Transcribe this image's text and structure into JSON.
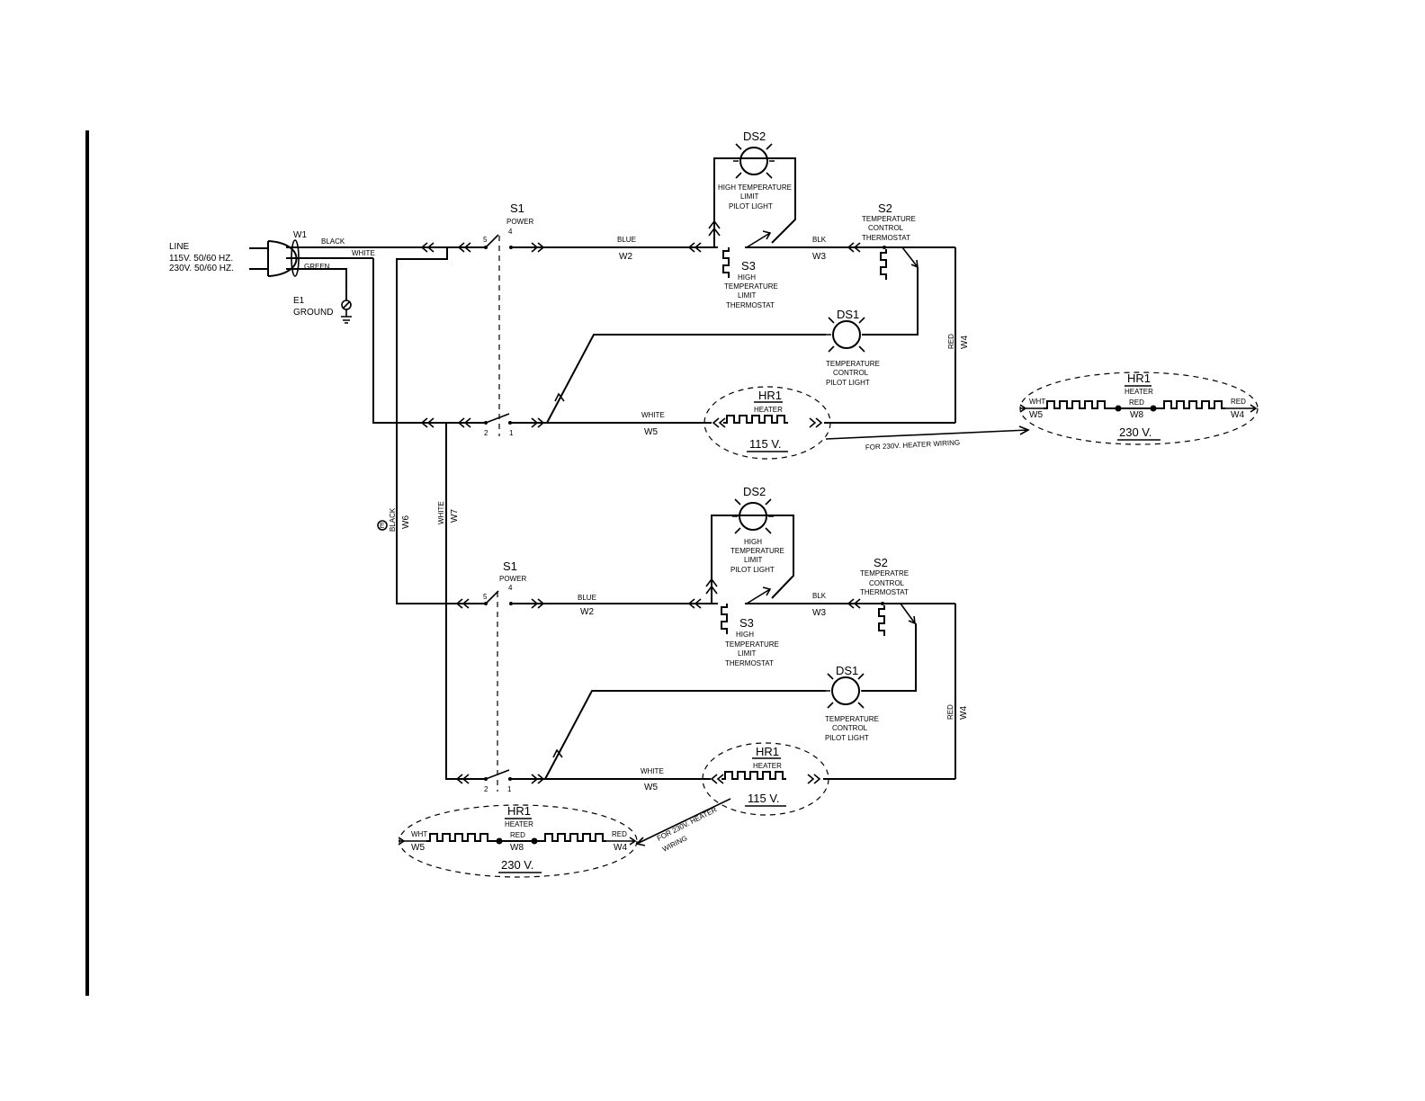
{
  "line": {
    "title": "LINE",
    "v115": "115V. 50/60 HZ.",
    "v230": "230V. 50/60 HZ."
  },
  "w1": "W1",
  "wire_black": "BLACK",
  "wire_white": "WHITE",
  "wire_green": "GREEN",
  "ground": {
    "id": "E1",
    "name": "GROUND"
  },
  "units": [
    {
      "s1": {
        "id": "S1",
        "name": "POWER",
        "p5": "5",
        "p4": "4",
        "p2": "2",
        "p1": "1"
      },
      "w2": {
        "color": "BLUE",
        "id": "W2"
      },
      "ds2": {
        "id": "DS2",
        "l1": "HIGH TEMPERATURE",
        "l2": "LIMIT",
        "l3": "PILOT LIGHT",
        "l4": ""
      },
      "s3": {
        "id": "S3",
        "l1": "HIGH",
        "l2": "TEMPERATURE",
        "l3": "LIMIT",
        "l4": "THERMOSTAT"
      },
      "w3": {
        "color": "BLK",
        "id": "W3"
      },
      "s2": {
        "id": "S2",
        "l1": "TEMPERATURE",
        "l2": "CONTROL",
        "l3": "THERMOSTAT"
      },
      "w4": {
        "color": "RED",
        "id": "W4"
      },
      "ds1": {
        "id": "DS1",
        "l1": "TEMPERATURE",
        "l2": "CONTROL",
        "l3": "PILOT LIGHT"
      },
      "w5": {
        "color": "WHITE",
        "id": "W5"
      },
      "hr1": {
        "id": "HR1",
        "name": "HEATER",
        "voltage": "115 V."
      }
    },
    {
      "s1": {
        "id": "S1",
        "name": "POWER",
        "p5": "5",
        "p4": "4",
        "p2": "2",
        "p1": "1"
      },
      "w2": {
        "color": "BLUE",
        "id": "W2"
      },
      "ds2": {
        "id": "DS2",
        "l1": "HIGH",
        "l2": "TEMPERATURE",
        "l3": "LIMIT",
        "l4": "PILOT LIGHT"
      },
      "s3": {
        "id": "S3",
        "l1": "HIGH",
        "l2": "TEMPERATURE",
        "l3": "LIMIT",
        "l4": "THERMOSTAT"
      },
      "w3": {
        "color": "BLK",
        "id": "W3"
      },
      "s2": {
        "id": "S2",
        "l1": "TEMPERATRE",
        "l2": "CONTROL",
        "l3": "THERMOSTAT"
      },
      "w4": {
        "color": "RED",
        "id": "W4"
      },
      "ds1": {
        "id": "DS1",
        "l1": "TEMPERATURE",
        "l2": "CONTROL",
        "l3": "PILOT LIGHT"
      },
      "w5": {
        "color": "WHITE",
        "id": "W5"
      },
      "hr1": {
        "id": "HR1",
        "name": "HEATER",
        "voltage": "115 V."
      }
    }
  ],
  "w6": {
    "color": "BLACK",
    "id": "W6",
    "mark": "E"
  },
  "w7": {
    "color": "WHITE",
    "id": "W7"
  },
  "alt_heater": {
    "id": "HR1",
    "name": "HEATER",
    "left_color": "WHT",
    "left_id": "W5",
    "mid_color": "RED",
    "mid_id": "W8",
    "right_color": "RED",
    "right_id": "W4",
    "voltage": "230 V.",
    "note": "FOR 230V. HEATER WIRING",
    "note_a": "FOR 230V. HEATER",
    "note_b": "WIRING"
  }
}
